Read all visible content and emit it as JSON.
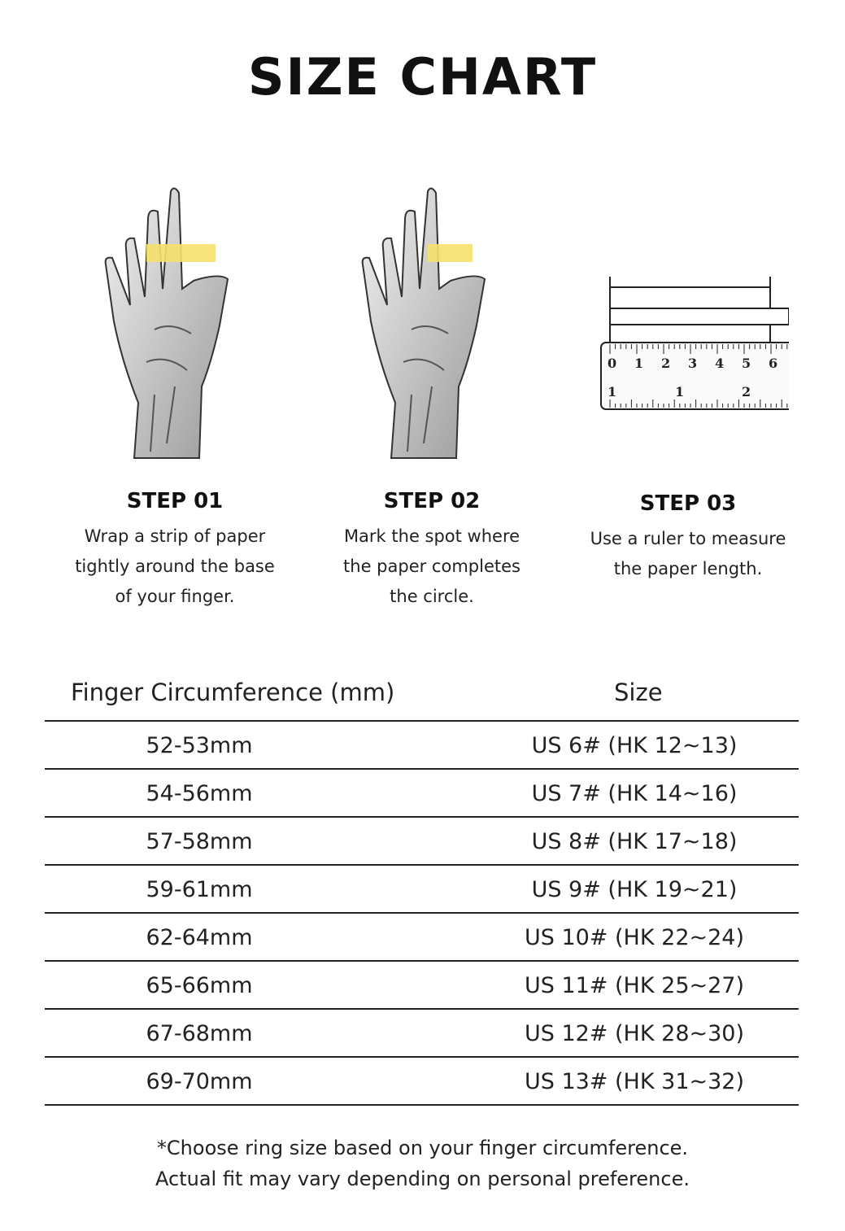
{
  "title": "SIZE CHART",
  "steps": [
    {
      "label": "STEP 01",
      "lines": [
        "Wrap a strip of paper",
        "tightly around the base",
        "of your finger."
      ]
    },
    {
      "label": "STEP 02",
      "lines": [
        "Mark the spot where",
        "the paper completes",
        "the circle."
      ]
    },
    {
      "label": "STEP 03",
      "lines": [
        "Use a ruler to measure",
        "the paper length."
      ]
    }
  ],
  "ruler": {
    "cm_ticks": [
      "0",
      "1",
      "2",
      "3",
      "4",
      "5",
      "6"
    ],
    "inch_ticks": [
      "1",
      "1",
      "2"
    ]
  },
  "table": {
    "headers": [
      "Finger Circumference (mm)",
      "Size"
    ],
    "rows": [
      [
        "52-53mm",
        "US 6# (HK 12~13)"
      ],
      [
        "54-56mm",
        "US 7# (HK 14~16)"
      ],
      [
        "57-58mm",
        "US 8# (HK 17~18)"
      ],
      [
        "59-61mm",
        "US 9# (HK 19~21)"
      ],
      [
        "62-64mm",
        "US 10# (HK 22~24)"
      ],
      [
        "65-66mm",
        "US 11# (HK 25~27)"
      ],
      [
        "67-68mm",
        "US 12# (HK 28~30)"
      ],
      [
        "69-70mm",
        "US 13# (HK 31~32)"
      ]
    ]
  },
  "note": [
    "*Choose ring size based on your finger circumference.",
    "Actual fit may vary depending on personal preference."
  ],
  "colors": {
    "paper_strip": "#f5e06a",
    "ink": "#1a1a1a"
  }
}
